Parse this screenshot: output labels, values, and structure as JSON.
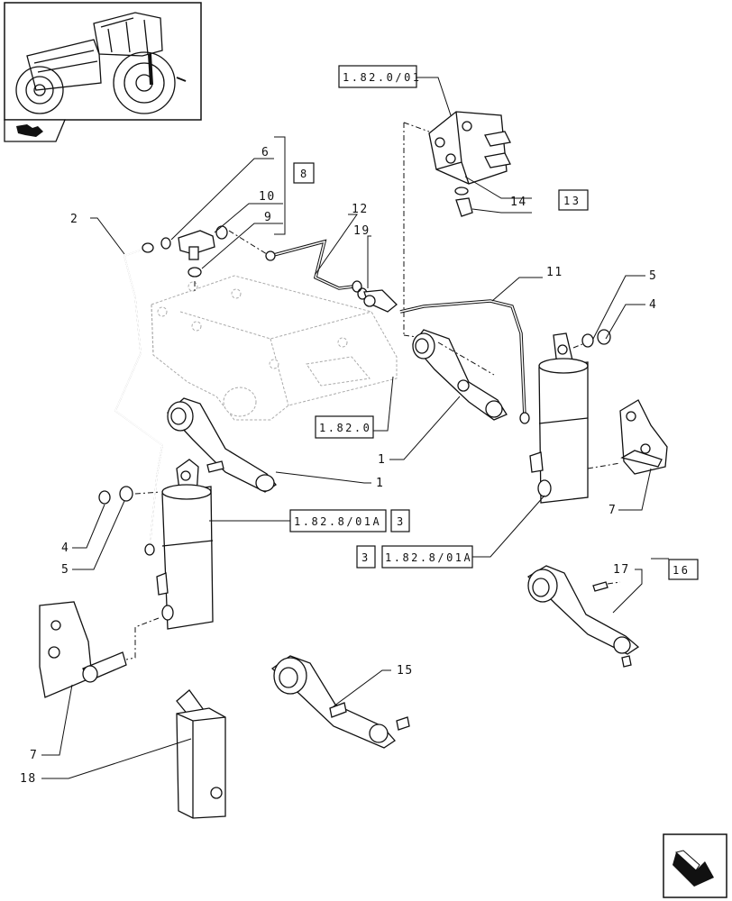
{
  "callouts": {
    "c2": "2",
    "c6": "6",
    "c10": "10",
    "c9": "9",
    "c12": "12",
    "c19": "19",
    "c11": "11",
    "c5r": "5",
    "c4r": "4",
    "c1a": "1",
    "c1b": "1",
    "c7r": "7",
    "c4l": "4",
    "c5l": "5",
    "c17": "17",
    "c15": "15",
    "c7l": "7",
    "c18": "18",
    "c14": "14"
  },
  "refs": {
    "r8": "8",
    "r13": "13",
    "r16": "16",
    "r3a": "3",
    "r3b": "3",
    "r_1_82_0_01": "1.82.0/01",
    "r_1_82_0": "1.82.0",
    "r_1_82_8_01A_a": "1.82.8/01A",
    "r_1_82_8_01A_b": "1.82.8/01A"
  },
  "icons": {
    "thumbnail": "tractor-thumbnail-icon",
    "section": "section-book-arrow-icon",
    "nav": "next-page-arrow-icon"
  }
}
